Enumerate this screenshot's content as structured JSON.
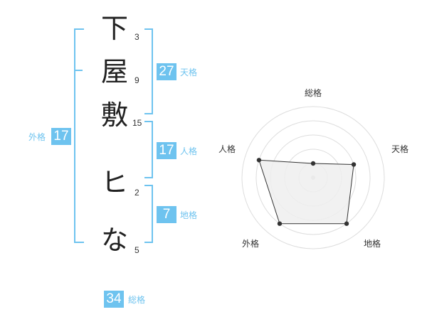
{
  "name_chars": [
    {
      "char": "下",
      "strokes": "3"
    },
    {
      "char": "屋",
      "strokes": "9"
    },
    {
      "char": "敷",
      "strokes": "15"
    },
    {
      "char": "ヒ",
      "strokes": "2"
    },
    {
      "char": "な",
      "strokes": "5"
    }
  ],
  "fortune": {
    "tenkaku": {
      "value": "27",
      "label": "天格"
    },
    "jinkaku": {
      "value": "17",
      "label": "人格"
    },
    "chikaku": {
      "value": "7",
      "label": "地格"
    },
    "gaikaku": {
      "value": "17",
      "label": "外格"
    },
    "soukaku": {
      "value": "34",
      "label": "総格"
    }
  },
  "radar": {
    "axes": [
      "総格",
      "天格",
      "地格",
      "外格",
      "人格"
    ],
    "values": [
      0.2,
      0.6,
      0.8,
      0.8,
      0.8
    ],
    "colors": {
      "fill": "#efefef",
      "line": "#333333",
      "grid": "#dddddd"
    }
  },
  "colors": {
    "accent": "#6ec3ef"
  }
}
